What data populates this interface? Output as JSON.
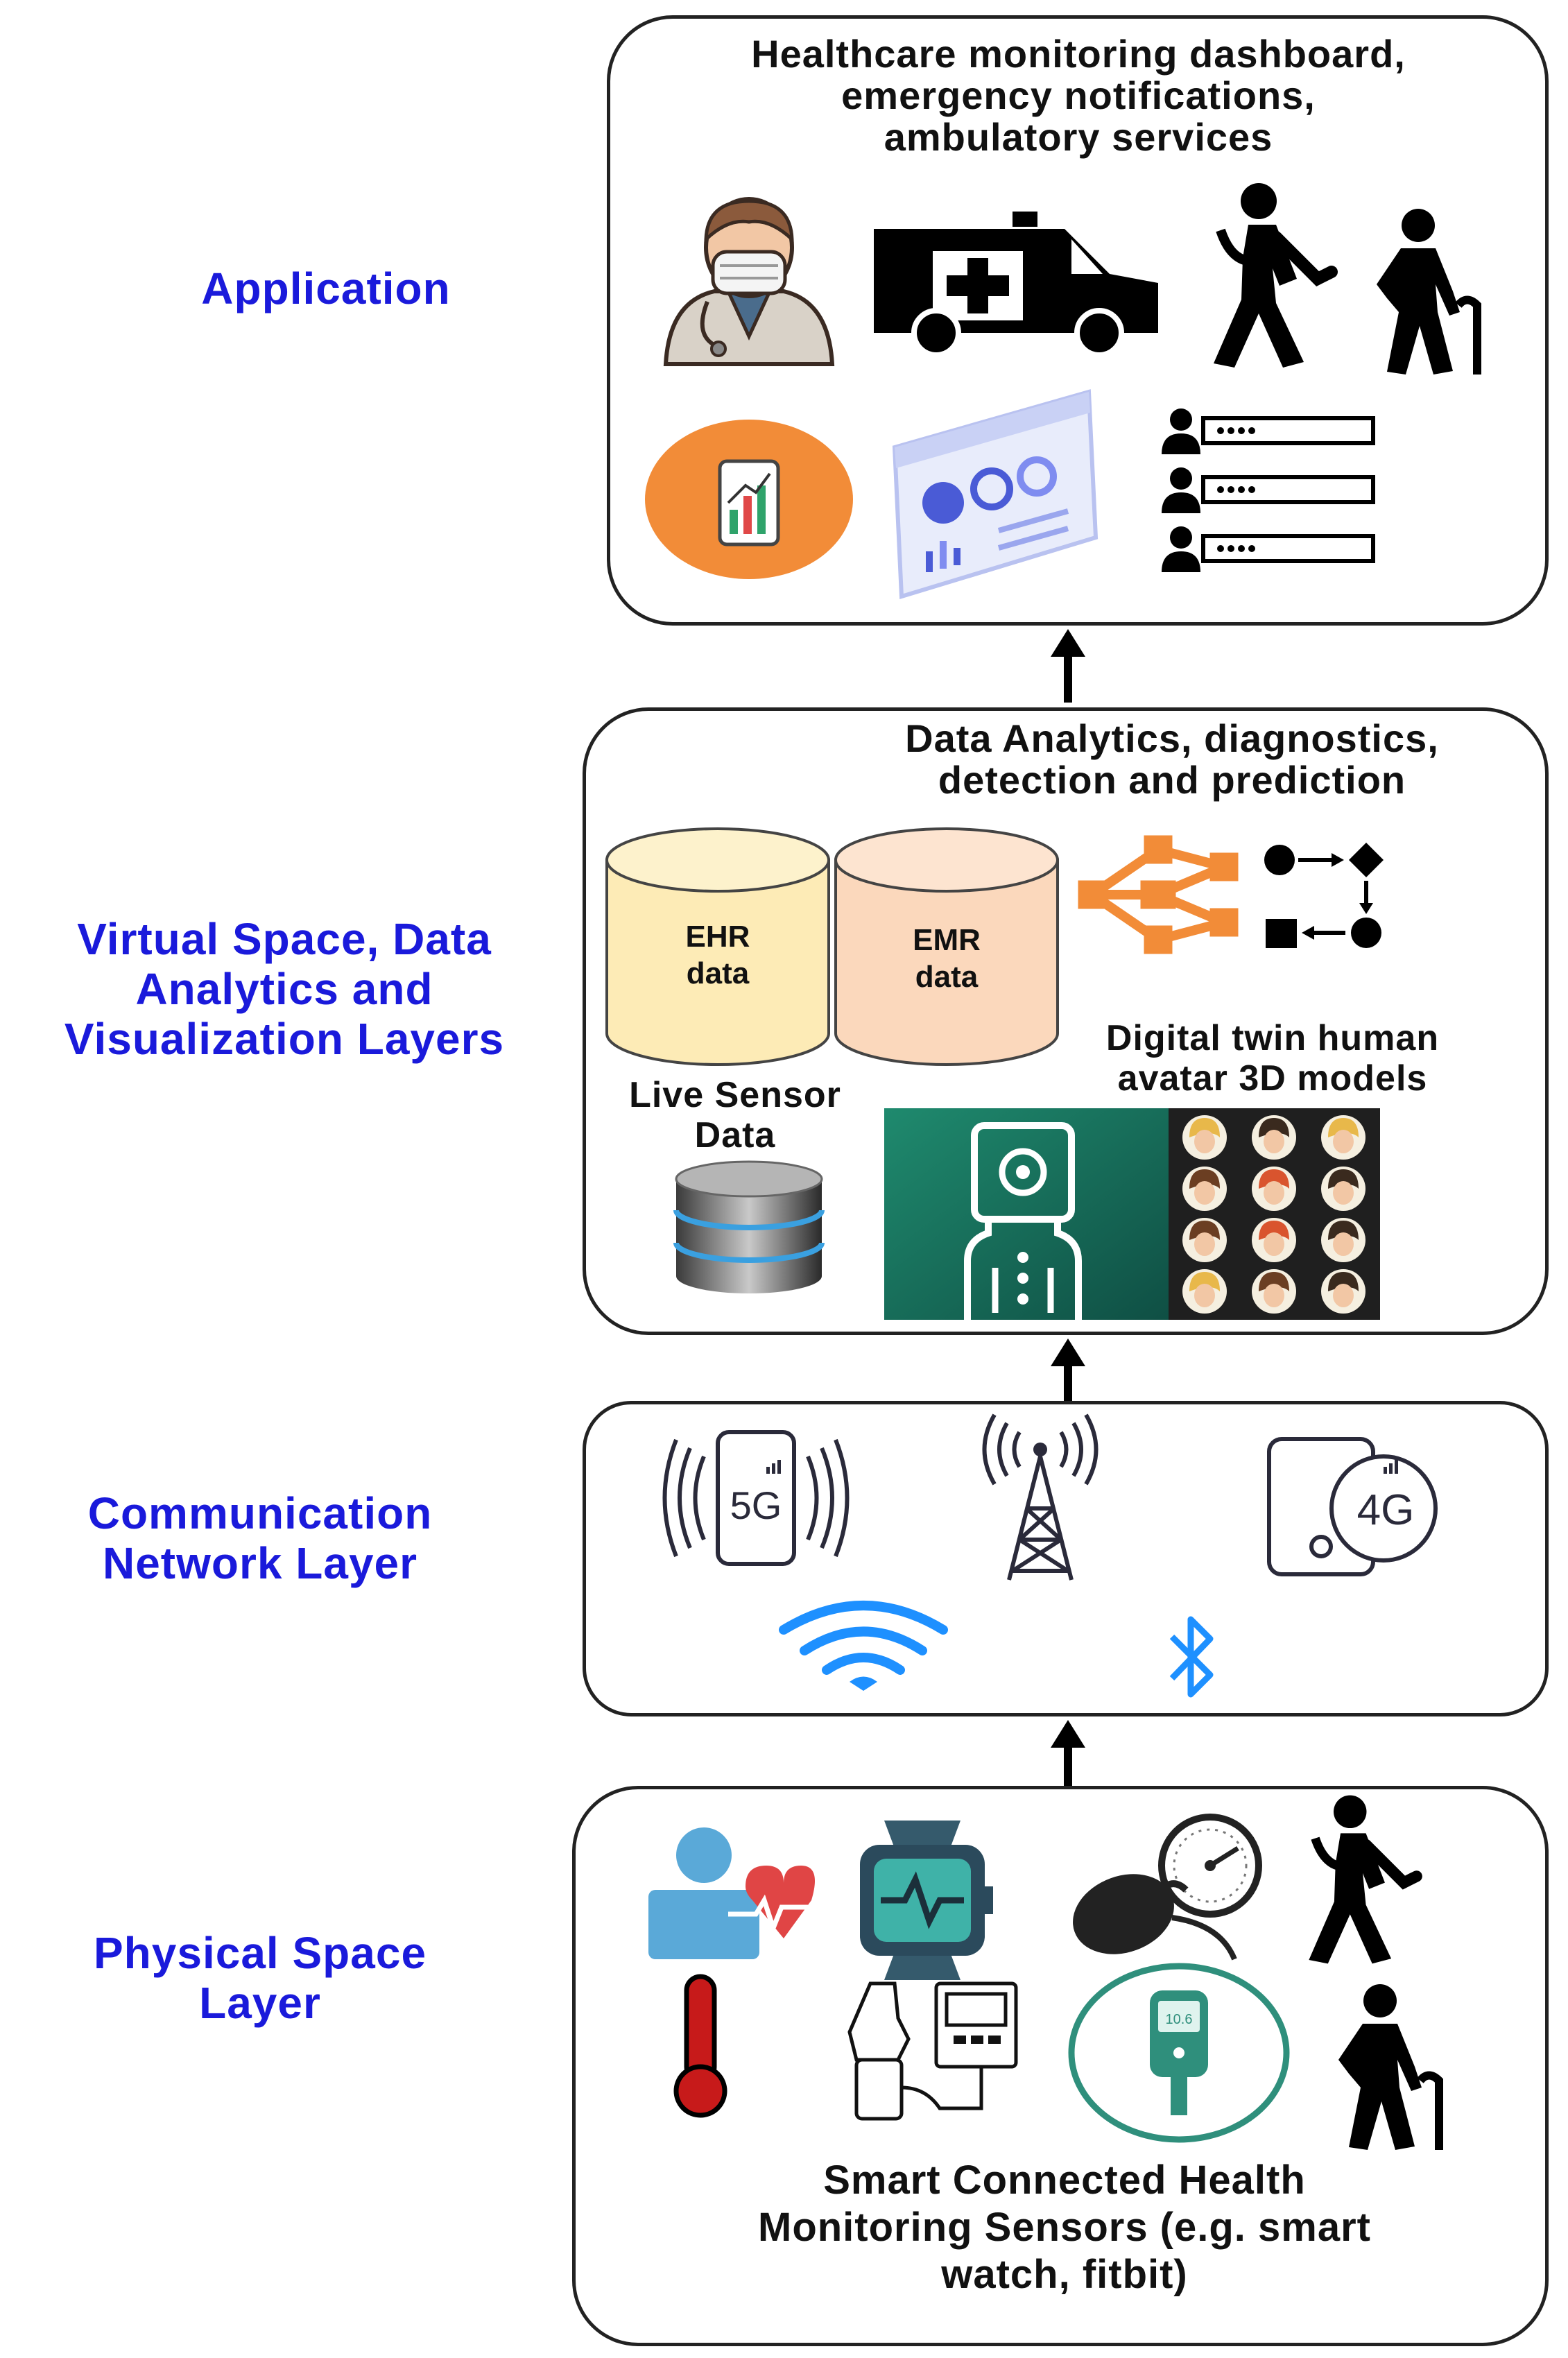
{
  "layers": {
    "application": {
      "label_lines": [
        "Application"
      ]
    },
    "virtual": {
      "label_lines": [
        "Virtual Space, Data",
        "Analytics and",
        "Visualization Layers"
      ]
    },
    "communication": {
      "label_lines": [
        "Communication",
        "Network Layer"
      ]
    },
    "physical": {
      "label_lines": [
        "Physical Space",
        "Layer"
      ]
    }
  },
  "application_box": {
    "caption_lines": [
      "Healthcare monitoring dashboard,",
      "emergency notifications,",
      "ambulatory services"
    ],
    "icons": [
      "doctor-icon",
      "ambulance-icon",
      "injured-walker-icon",
      "elderly-cane-icon",
      "tablet-chart-icon",
      "dashboard-screen-icon",
      "patient-list-icon"
    ]
  },
  "virtual_box": {
    "caption_lines": [
      "Data Analytics, diagnostics,",
      "detection and prediction"
    ],
    "cylinder_ehr": [
      "EHR",
      "data"
    ],
    "cylinder_emr": [
      "EMR",
      "data"
    ],
    "live_sensor_lines": [
      "Live Sensor",
      "Data"
    ],
    "digital_twin_lines": [
      "Digital twin human",
      "avatar 3D models"
    ],
    "icons": [
      "neural-network-icon",
      "workflow-icon",
      "database-icon",
      "robot-avatar-icon",
      "avatar-grid-icon"
    ]
  },
  "communication_box": {
    "icons": [
      "phone-5g-icon",
      "cell-tower-icon",
      "phone-4g-icon",
      "wifi-icon",
      "bluetooth-icon"
    ],
    "labels": {
      "five_g": "5G",
      "four_g": "4G"
    }
  },
  "physical_box": {
    "caption_lines": [
      "Smart Connected Health",
      "Monitoring Sensors (e.g. smart",
      "watch, fitbit)"
    ],
    "glucose_reading": "10.6",
    "icons": [
      "patient-heart-icon",
      "smartwatch-icon",
      "blood-pressure-gauge-icon",
      "injured-walker-icon",
      "thermometer-icon",
      "bp-monitor-icon",
      "glucose-meter-icon",
      "elderly-cane-icon"
    ]
  },
  "colors": {
    "label_blue": "#1a1adb",
    "orange": "#f28c38",
    "teal": "#1f8a6e",
    "wifi_blue": "#1e90ff"
  }
}
